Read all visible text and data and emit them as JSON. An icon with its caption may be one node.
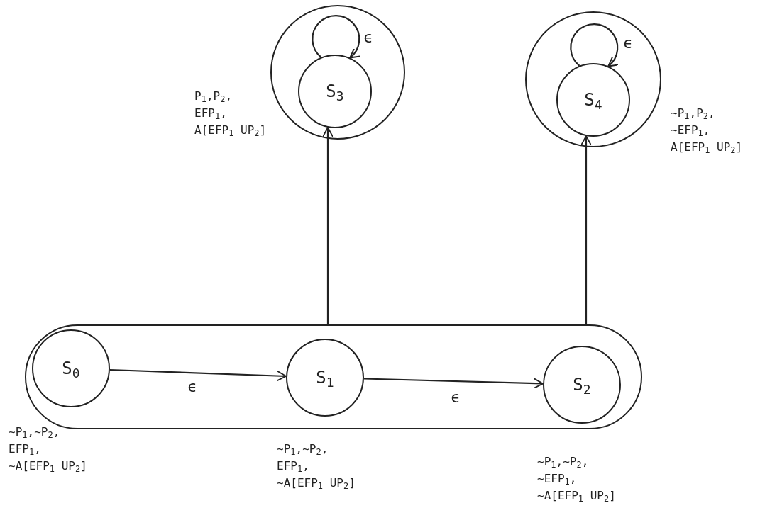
{
  "diagram": {
    "nodes": [
      {
        "text": [],
        "shape": "circle"
      },
      {
        "text": [
          "S$_{3}$"
        ],
        "in": 0,
        "beside": [
          "P$_{1}$,P$_{2}$, EFP$_{1}$, A[EFP$_{1}$ UP$_{2}$]"
        ]
      },
      {
        "text": [],
        "shape": "circle"
      },
      {
        "text": [
          "S$_{4}$"
        ],
        "in": 2,
        "beside": [
          "~P$_{1}$,P$_{2}$, ~EFP$_{1}$, A[EFP$_{1}$ UP$_{2}$]"
        ]
      },
      {
        "text": [],
        "shape": "band"
      },
      {
        "text": [
          "S$_{0}$"
        ],
        "in": 4,
        "beside": [
          "~P$_{1}$,~P$_{2}$, EFP$_{1}$, ~A[EFP$_{1}$ UP$_{2}$]"
        ]
      },
      {
        "text": [
          "S$_{1}$"
        ],
        "in": 4,
        "beside": [
          "~P$_{1}$,~P$_{2}$, EFP$_{1}$, ~A[EFP$_{1}$ UP$_{2}$]"
        ]
      },
      {
        "text": [
          "S$_{2}$"
        ],
        "in": 4,
        "beside": [
          "~P$_{1}$,~P$_{2}$, ~EFP$_{1}$, ~A[EFP$_{1}$ UP$_{2}$]"
        ]
      }
    ],
    "edges": [
      {
        "from": 5,
        "to": 6,
        "arrow": "to",
        "label": "ϵ"
      },
      {
        "from": 6,
        "to": 7,
        "arrow": "to",
        "label": "ϵ"
      },
      {
        "from": 4,
        "to": 1,
        "arrow": "to"
      },
      {
        "from": 4,
        "to": 3,
        "arrow": "to"
      },
      {
        "from": 1,
        "to": 1,
        "arrow": "to",
        "label": "ϵ"
      },
      {
        "from": 3,
        "to": 3,
        "arrow": "to",
        "label": "ϵ"
      }
    ]
  }
}
